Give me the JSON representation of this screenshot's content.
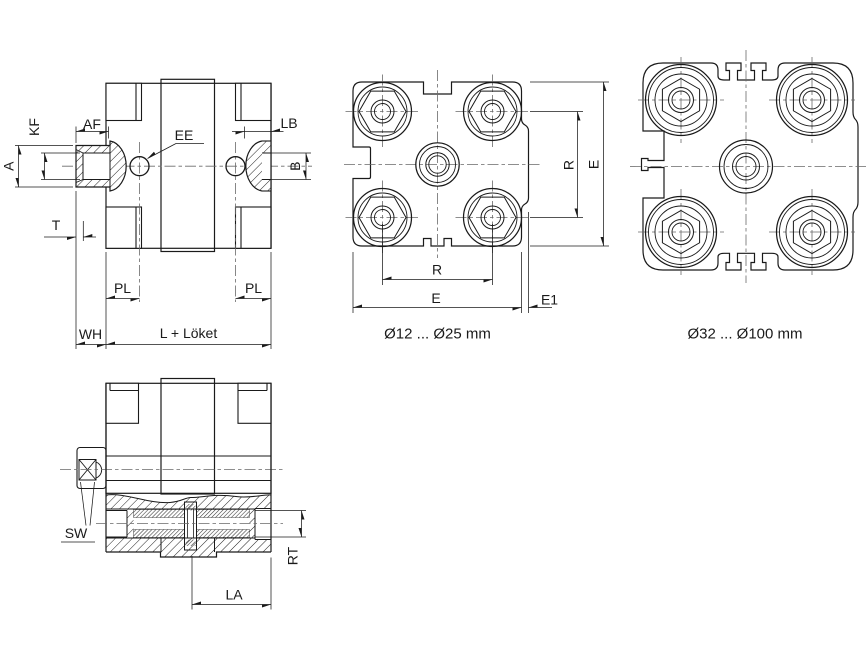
{
  "side_view": {
    "labels": {
      "kf": "KF",
      "af": "AF",
      "a": "A",
      "t": "T",
      "ee": "EE",
      "lb": "LB",
      "b": "B",
      "pl_left": "PL",
      "pl_right": "PL",
      "wh": "WH",
      "length": "L + Löket"
    }
  },
  "front_view_small": {
    "caption": "Ø12 ... Ø25 mm",
    "labels": {
      "r_vertical": "R",
      "e_vertical": "E",
      "r_horizontal": "R",
      "e_horizontal": "E",
      "e1": "E1"
    }
  },
  "front_view_large": {
    "caption": "Ø32 ... Ø100 mm"
  },
  "section_view": {
    "labels": {
      "sw": "SW",
      "rt": "RT",
      "la": "LA"
    }
  },
  "colors": {
    "line": "#1a1a1a",
    "centerline": "#6a6a6a",
    "background": "#ffffff"
  }
}
